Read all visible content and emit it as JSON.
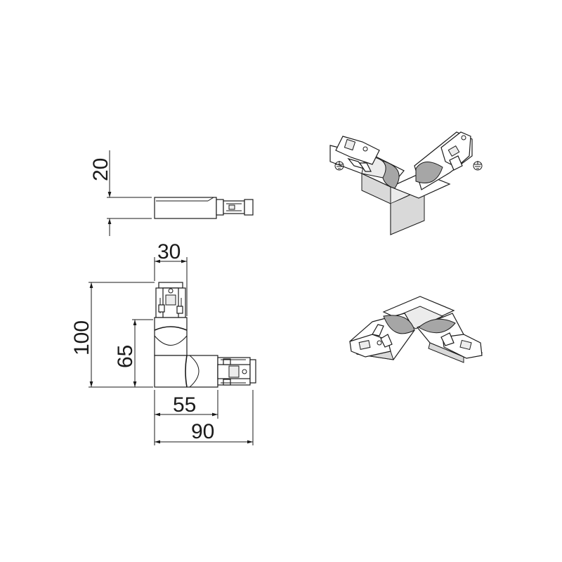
{
  "dimensions": {
    "height": "20",
    "width_top": "30",
    "total_height": "100",
    "inner_height": "65",
    "inner_width": "55",
    "total_width": "90"
  }
}
